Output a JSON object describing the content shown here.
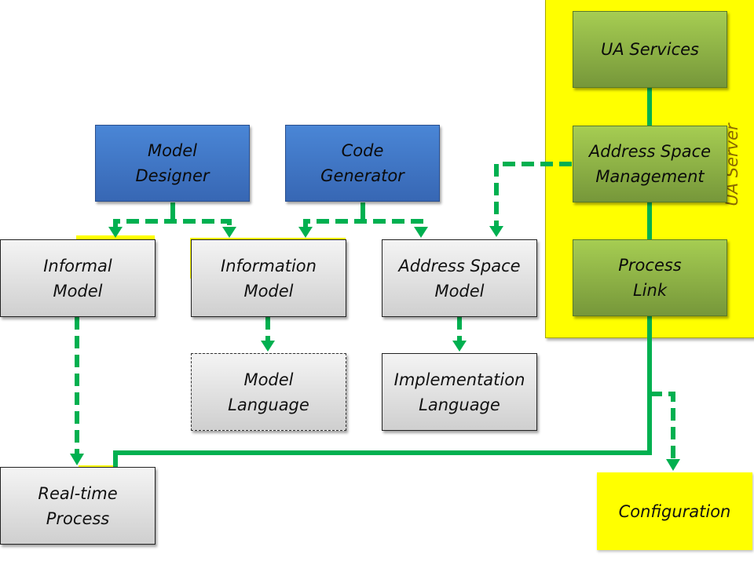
{
  "colors": {
    "connector": "#00b050",
    "server_panel": "#ffff00",
    "tool_box": "#3f77c6",
    "server_component": "#8db446",
    "model_box": "#e2e2e2",
    "configuration": "#ffff00"
  },
  "tools": {
    "model_designer": "Model\nDesigner",
    "code_generator": "Code\nGenerator"
  },
  "models": {
    "informal_model": "Informal\nModel",
    "information_model": "Information\nModel",
    "address_space_model": "Address Space\nModel"
  },
  "languages": {
    "model_language": "Model\nLanguage",
    "implementation_language": "Implementation\nLanguage"
  },
  "server": {
    "label": "UA Server",
    "ua_services": "UA Services",
    "address_space_management": "Address Space\nManagement",
    "process_link": "Process\nLink"
  },
  "runtime": {
    "real_time_process": "Real-time\nProcess",
    "configuration": "Configuration"
  }
}
